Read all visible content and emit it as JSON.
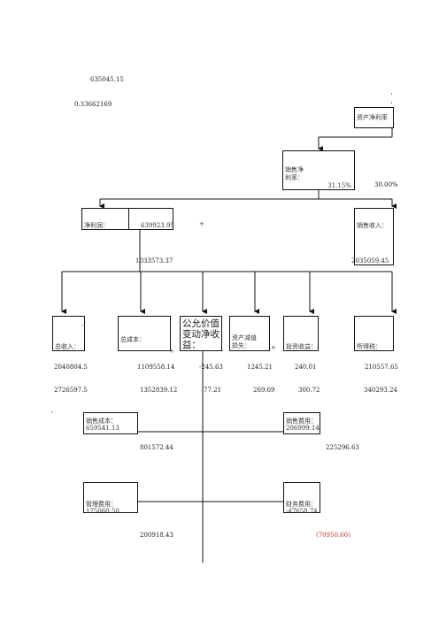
{
  "top": {
    "value1": "635045.15",
    "value2": "0.33662169"
  },
  "roa": {
    "label": "资产净利率"
  },
  "net_margin": {
    "label": "销售净\n利率：",
    "value": "31.15%",
    "value_right": "30.00%"
  },
  "net_profit": {
    "label": "净利润：",
    "value": "639923.95",
    "prior": "1033573.37"
  },
  "sales": {
    "label": "销售收入：",
    "prior": "2035059.45"
  },
  "row": {
    "total_income": {
      "label": "总收入：",
      "cur": "2040804.5",
      "prior": "2726597.5"
    },
    "total_cost": {
      "label": "总成本：",
      "cur": "1109558.14",
      "prior": "1352839.12"
    },
    "fair_value": {
      "label": "公允价值\n变动净收\n益：",
      "cur": "-245.63",
      "prior": "77.21"
    },
    "impairment": {
      "label": "资产减值\n损失：",
      "cur": "1245.21",
      "prior": "269.69"
    },
    "investment": {
      "label": "投资收益：",
      "cur": "240.01",
      "prior": "300.72"
    },
    "income_tax": {
      "label": "所得税：",
      "cur": "210557.65",
      "prior": "340293.24"
    }
  },
  "costs": {
    "cost_of_sales": {
      "label": "销售成本：",
      "value": "659541.13",
      "prior": "801572.44"
    },
    "selling_expense": {
      "label": "销售费用：",
      "value": "206999.14",
      "prior": "225296.63"
    },
    "admin_expense": {
      "label": "管理费用：",
      "value": "175060.50",
      "prior": "200918.43"
    },
    "finance_expense": {
      "label": "财务费用：",
      "value": "-47658.74",
      "prior": "(70950.60)"
    }
  },
  "operators": {
    "plus": "+",
    "minus": "-"
  },
  "colors": {
    "line": "#111111",
    "negative": "#c0392b"
  }
}
